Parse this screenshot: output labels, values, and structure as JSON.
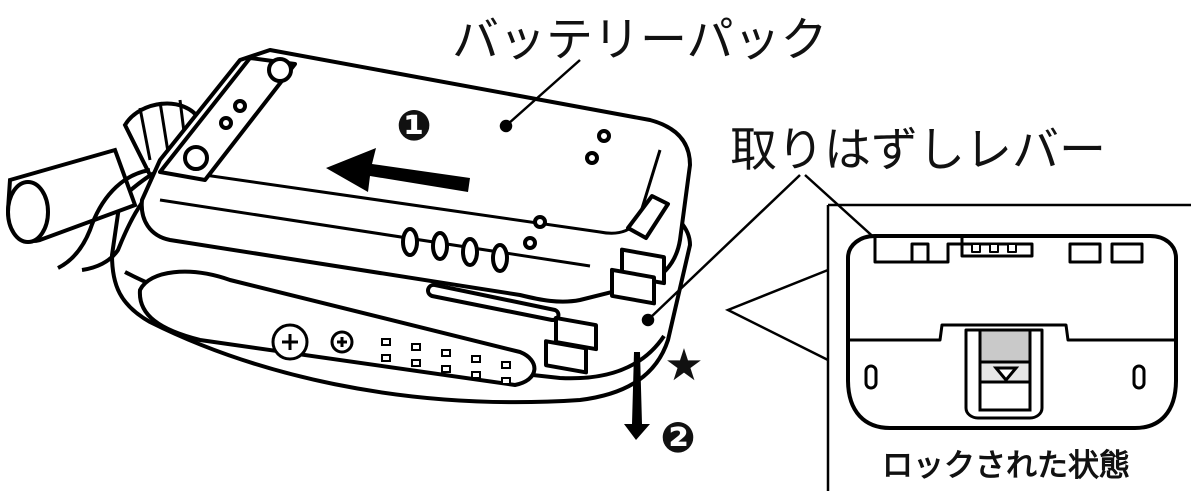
{
  "labels": {
    "battery_pack": "バッテリーパック",
    "release_lever": "取りはずしレバー",
    "locked_state": "ロックされた状態"
  },
  "markers": {
    "step1": "❶",
    "step2": "❷",
    "star": "★"
  }
}
